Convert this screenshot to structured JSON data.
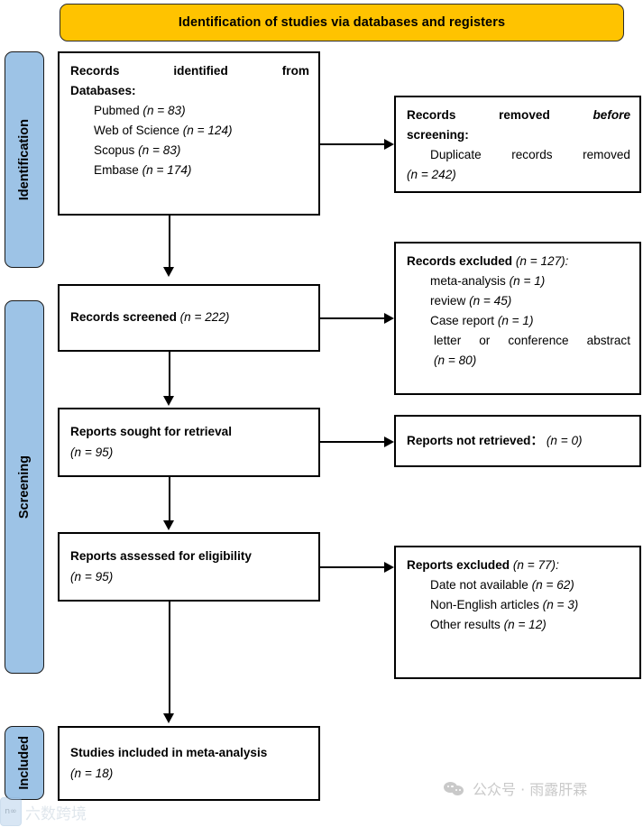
{
  "banner": {
    "title": "Identification of studies via databases and registers"
  },
  "stages": [
    {
      "id": "identification",
      "label": "Identification"
    },
    {
      "id": "screening",
      "label": "Screening"
    },
    {
      "id": "included",
      "label": "Included"
    }
  ],
  "boxes": {
    "identified": {
      "heading_line1": "Records identified from",
      "heading_line2": "Databases:",
      "sources": [
        {
          "label": "Pubmed",
          "n": "(n = 83)"
        },
        {
          "label": "Web of Science",
          "n": "(n = 124)"
        },
        {
          "label": "Scopus",
          "n": "(n = 83)"
        },
        {
          "label": "Embase",
          "n": "(n = 174)"
        }
      ]
    },
    "removed": {
      "heading_a": "Records removed",
      "heading_b": "before",
      "heading_c": "screening:",
      "item": "Duplicate records removed",
      "item_n": "(n = 242)"
    },
    "screened": {
      "label": "Records screened",
      "n": "(n = 222)"
    },
    "excluded_records": {
      "label": "Records excluded",
      "n": "(n = 127):",
      "reasons": [
        {
          "label": "meta-analysis",
          "n": "(n = 1)"
        },
        {
          "label": "review",
          "n": "(n = 45)"
        },
        {
          "label": "Case report",
          "n": "(n = 1)"
        }
      ],
      "reason_long": "letter or conference abstract",
      "reason_long_n": "(n = 80)"
    },
    "sought": {
      "label": "Reports sought for retrieval",
      "n": "(n = 95)"
    },
    "not_retrieved": {
      "label": "Reports not retrieved：",
      "n": "(n = 0)"
    },
    "assessed": {
      "label": "Reports assessed for eligibility",
      "n": "(n = 95)"
    },
    "excluded_reports": {
      "label": "Reports excluded",
      "n": "(n = 77):",
      "reasons": [
        {
          "label": "Date not available",
          "n": "(n = 62)"
        },
        {
          "label": "Non-English articles",
          "n": "(n = 3)"
        },
        {
          "label": "Other results",
          "n": "(n = 12)"
        }
      ]
    },
    "included": {
      "label": "Studies included in meta-analysis",
      "n": "(n = 18)"
    }
  },
  "watermarks": {
    "wechat": "公众号 · 雨露肝霖",
    "corner_badge": "n∞",
    "corner_text": "六数跨境"
  },
  "colors": {
    "banner": "#FFC300",
    "stage": "#9DC3E6",
    "outline": "#000000",
    "page": "#FFFFFF"
  }
}
